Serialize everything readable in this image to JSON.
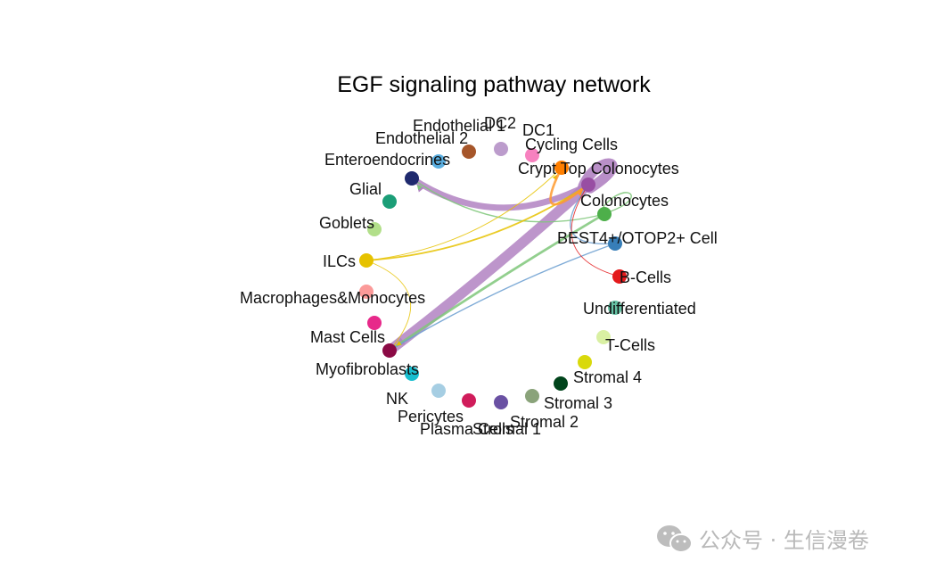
{
  "title": "EGF signaling pathway network",
  "watermark": {
    "icon": "wechat-icon",
    "text": "公众号 · 生信漫卷"
  },
  "nodes": [
    {
      "id": "b-cells",
      "label": "B-Cells",
      "color": "#e41a1c"
    },
    {
      "id": "best4",
      "label": "BEST4+/OTOP2+ Cell",
      "color": "#377eb8"
    },
    {
      "id": "colonocytes",
      "label": "Colonocytes",
      "color": "#4daf4a"
    },
    {
      "id": "crypt-top",
      "label": "Crypt Top Colonocytes",
      "color": "#984ea3"
    },
    {
      "id": "cycling",
      "label": "Cycling Cells",
      "color": "#ff7f00"
    },
    {
      "id": "dc1",
      "label": "DC1",
      "color": "#f781bf"
    },
    {
      "id": "dc2",
      "label": "DC2",
      "color": "#bc9ccc"
    },
    {
      "id": "endothelial1",
      "label": "Endothelial 1",
      "color": "#a6562a"
    },
    {
      "id": "endothelial2",
      "label": "Endothelial 2",
      "color": "#5aaee0"
    },
    {
      "id": "enteroendocrines",
      "label": "Enteroendocrines",
      "color": "#1f2a6e"
    },
    {
      "id": "glial",
      "label": "Glial",
      "color": "#1b9e77"
    },
    {
      "id": "goblets",
      "label": "Goblets",
      "color": "#b2df8a"
    },
    {
      "id": "ilcs",
      "label": "ILCs",
      "color": "#e6c200"
    },
    {
      "id": "macrophages",
      "label": "Macrophages&Monocytes",
      "color": "#fb9a99"
    },
    {
      "id": "mast",
      "label": "Mast Cells",
      "color": "#e7298a"
    },
    {
      "id": "myofibroblasts",
      "label": "Myofibroblasts",
      "color": "#8b0a45"
    },
    {
      "id": "nk",
      "label": "NK",
      "color": "#17becf"
    },
    {
      "id": "pericytes",
      "label": "Pericytes",
      "color": "#a6cee3"
    },
    {
      "id": "plasma",
      "label": "Plasma Cells",
      "color": "#d01c5b"
    },
    {
      "id": "stromal1",
      "label": "Stromal 1",
      "color": "#6a51a3"
    },
    {
      "id": "stromal2",
      "label": "Stromal 2",
      "color": "#8aa37a"
    },
    {
      "id": "stromal3",
      "label": "Stromal 3",
      "color": "#00441b"
    },
    {
      "id": "stromal4",
      "label": "Stromal 4",
      "color": "#d9d90b"
    },
    {
      "id": "t-cells",
      "label": "T-Cells",
      "color": "#d9f0a3"
    },
    {
      "id": "undifferentiated",
      "label": "Undifferentiated",
      "color": "#66c2a5"
    }
  ],
  "edges": [
    {
      "from": "crypt-top",
      "to": "myofibroblasts",
      "weight": 5,
      "color": "#b183c2"
    },
    {
      "from": "crypt-top",
      "to": "enteroendocrines",
      "weight": 3,
      "color": "#b183c2"
    },
    {
      "from": "crypt-top",
      "to": "crypt-top",
      "weight": 5,
      "color": "#b183c2",
      "self": true
    },
    {
      "from": "colonocytes",
      "to": "myofibroblasts",
      "weight": 1.2,
      "color": "#7fc77a"
    },
    {
      "from": "colonocytes",
      "to": "enteroendocrines",
      "weight": 0.6,
      "color": "#7fc77a"
    },
    {
      "from": "colonocytes",
      "to": "colonocytes",
      "weight": 0.6,
      "color": "#7fc77a",
      "self": true
    },
    {
      "from": "best4",
      "to": "myofibroblasts",
      "weight": 0.6,
      "color": "#6a9ed0"
    },
    {
      "from": "best4",
      "to": "crypt-top",
      "weight": 0.6,
      "color": "#6a9ed0"
    },
    {
      "from": "ilcs",
      "to": "crypt-top",
      "weight": 0.8,
      "color": "#e6c200"
    },
    {
      "from": "ilcs",
      "to": "cycling",
      "weight": 0.4,
      "color": "#e6c200"
    },
    {
      "from": "ilcs",
      "to": "myofibroblasts",
      "weight": 0.4,
      "color": "#e6c200"
    },
    {
      "from": "b-cells",
      "to": "crypt-top",
      "weight": 0.4,
      "color": "#e41a1c"
    },
    {
      "from": "cycling",
      "to": "crypt-top",
      "weight": 1.2,
      "color": "#ff9a2e"
    }
  ]
}
